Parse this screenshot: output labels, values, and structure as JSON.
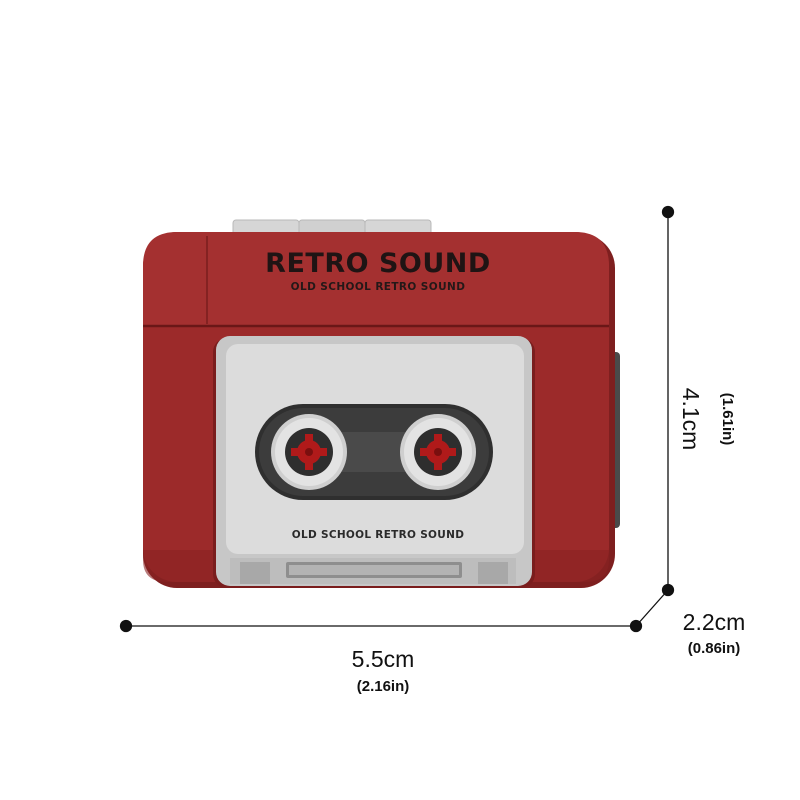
{
  "product": {
    "brand_title": "RETRO SOUND",
    "brand_subtitle": "OLD SCHOOL RETRO SOUND",
    "cassette_label": "OLD SCHOOL RETRO SOUND",
    "colors": {
      "body": "#9c2a2a",
      "body_dark": "#7a1d1d",
      "cassette_face": "#d9d9d9",
      "reel_hub": "#b01a1a",
      "tape_window": "#3a3a3a",
      "buttons": "#d4d4d4",
      "dimension_lines": "#111111"
    }
  },
  "dimensions": {
    "width": {
      "metric": "5.5cm",
      "imperial": "(2.16in)"
    },
    "height": {
      "metric": "4.1cm",
      "imperial": "(1.61in)"
    },
    "depth": {
      "metric": "2.2cm",
      "imperial": "(0.86in)"
    }
  }
}
